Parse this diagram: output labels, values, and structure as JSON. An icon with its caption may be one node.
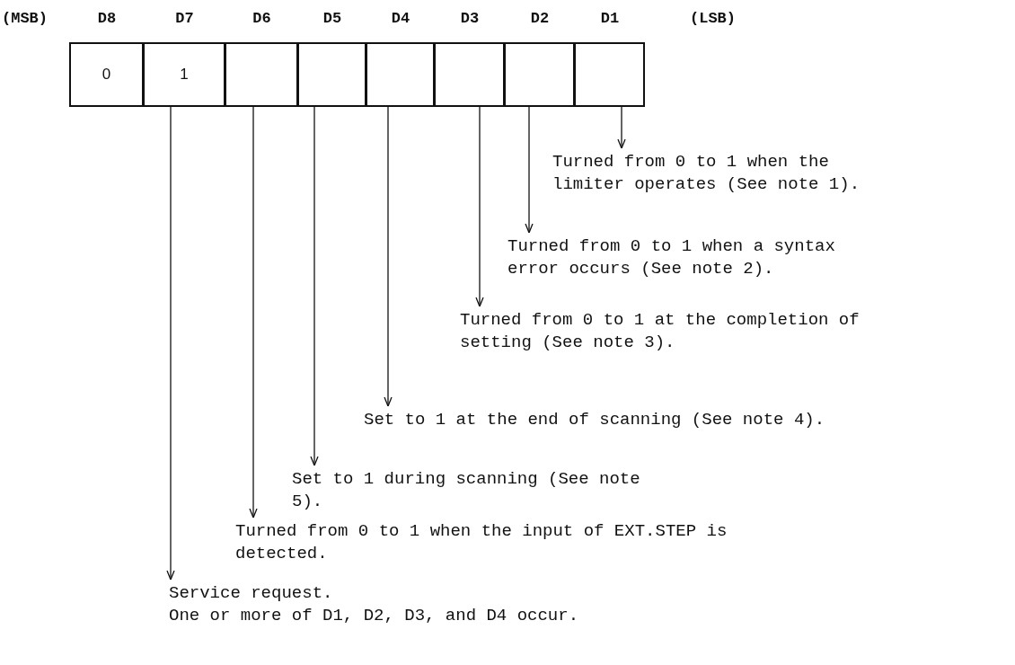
{
  "diagram": {
    "nodes": [
      {
        "text": [
          "D8",
          "0"
        ]
      },
      {
        "text": [
          "D7",
          "1"
        ]
      },
      {
        "text": [
          "D6"
        ]
      },
      {
        "text": [
          "D5"
        ]
      },
      {
        "text": [
          "D4"
        ]
      },
      {
        "text": [
          "D3"
        ]
      },
      {
        "text": [
          "D2"
        ]
      },
      {
        "text": [
          "D1"
        ]
      },
      {
        "text": [
          "Turned from 0 to 1 when the limiter operates (See note 1)."
        ]
      },
      {
        "text": [
          "Turned from 0 to 1 when a syntax error occurs (See note 2)."
        ]
      },
      {
        "text": [
          "Turned from 0 to 1 at the completion of setting (See note 3)."
        ]
      },
      {
        "text": [
          "Set to 1 at the end of scanning (See note 4)."
        ]
      },
      {
        "text": [
          "Set to 1 during scanning (See note 5)."
        ]
      },
      {
        "text": [
          "Turned from 0 to 1 when the input of EXT.STEP is detected."
        ]
      },
      {
        "text": [
          "Service request.",
          "One or more of D1, D2, D3, and D4 occur."
        ]
      }
    ],
    "edges": [
      {
        "from": 7,
        "to": 8,
        "arrow": "to"
      },
      {
        "from": 6,
        "to": 9,
        "arrow": "to"
      },
      {
        "from": 5,
        "to": 10,
        "arrow": "to"
      },
      {
        "from": 4,
        "to": 11,
        "arrow": "to"
      },
      {
        "from": 3,
        "to": 12,
        "arrow": "to"
      },
      {
        "from": 2,
        "to": 13,
        "arrow": "to"
      },
      {
        "from": 1,
        "to": 14,
        "arrow": "to"
      }
    ],
    "labels": [
      "(MSB)",
      "(LSB)"
    ]
  }
}
